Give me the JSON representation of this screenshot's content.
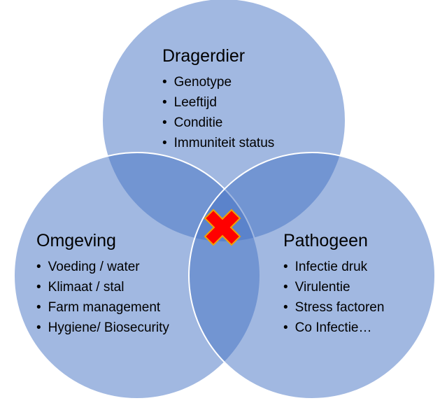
{
  "circles": [
    {
      "title": "Dragerdier",
      "items": [
        "Genotype",
        "Leeftijd",
        "Conditie",
        "Immuniteit status"
      ]
    },
    {
      "title": "Omgeving",
      "items": [
        "Voeding / water",
        "Klimaat / stal",
        "Farm management",
        "Hygiene/ Biosecurity"
      ]
    },
    {
      "title": "Pathogeen",
      "items": [
        "Infectie druk",
        "Virulentie",
        "Stress factoren",
        "Co Infectie…"
      ]
    }
  ],
  "colors": {
    "circle_fill": "#4472c4",
    "cross": "#ff0000",
    "cross_outline": "#f0a000"
  }
}
